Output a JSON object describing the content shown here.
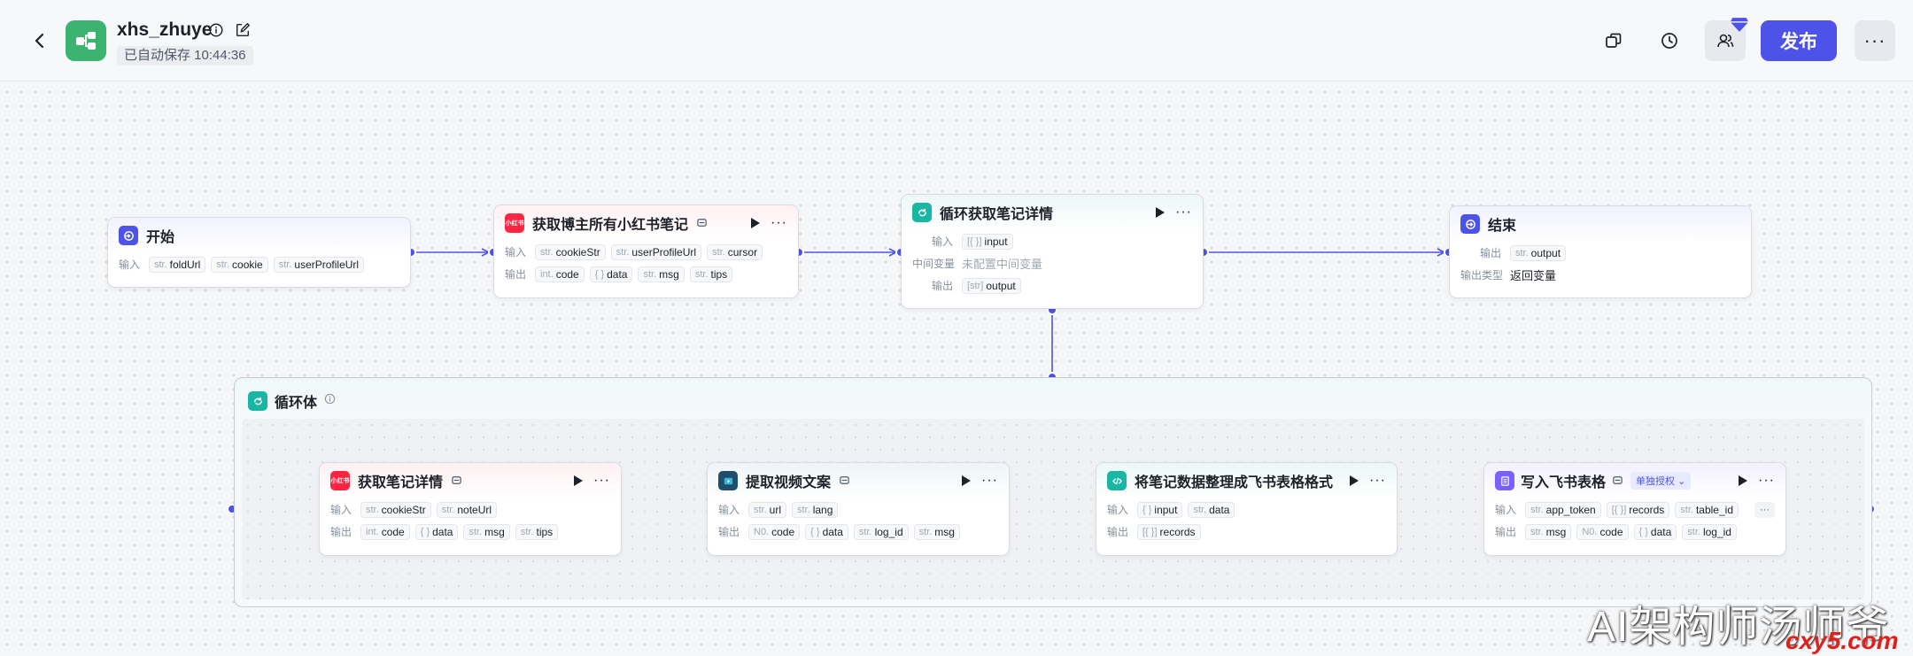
{
  "header": {
    "title": "xhs_zhuye",
    "autosave": "已自动保存 10:44:36",
    "publish_label": "发布",
    "more_label": "···"
  },
  "colors": {
    "accent": "#4d53e8",
    "app_logo": "#3cb371",
    "loop_icon": "#19b6a4",
    "xhs_red": "#ff2442"
  },
  "nodes": {
    "start": {
      "title": "开始",
      "input_label": "输入",
      "inputs": [
        {
          "type": "str.",
          "name": "foldUrl"
        },
        {
          "type": "str.",
          "name": "cookie"
        },
        {
          "type": "str.",
          "name": "userProfileUrl"
        }
      ]
    },
    "get_all_notes": {
      "title": "获取博主所有小红书笔记",
      "input_label": "输入",
      "output_label": "输出",
      "inputs": [
        {
          "type": "str.",
          "name": "cookieStr"
        },
        {
          "type": "str.",
          "name": "userProfileUrl"
        },
        {
          "type": "str.",
          "name": "cursor"
        }
      ],
      "outputs": [
        {
          "type": "int.",
          "name": "code"
        },
        {
          "type": "{ }",
          "name": "data"
        },
        {
          "type": "str.",
          "name": "msg"
        },
        {
          "type": "str.",
          "name": "tips"
        }
      ]
    },
    "loop": {
      "title": "循环获取笔记详情",
      "input_label": "输入",
      "mid_label": "中间变量",
      "mid_value": "未配置中间变量",
      "output_label": "输出",
      "input": {
        "type": "[{ }]",
        "name": "input"
      },
      "output": {
        "type": "[str]",
        "name": "output"
      }
    },
    "end": {
      "title": "结束",
      "output_label": "输出",
      "output": {
        "type": "str.",
        "name": "output"
      },
      "output_type_label": "输出类型",
      "output_type_value": "返回变量"
    },
    "loop_body": {
      "title": "循环体"
    },
    "get_note_detail": {
      "title": "获取笔记详情",
      "input_label": "输入",
      "output_label": "输出",
      "inputs": [
        {
          "type": "str.",
          "name": "cookieStr"
        },
        {
          "type": "str.",
          "name": "noteUrl"
        }
      ],
      "outputs": [
        {
          "type": "int.",
          "name": "code"
        },
        {
          "type": "{ }",
          "name": "data"
        },
        {
          "type": "str.",
          "name": "msg"
        },
        {
          "type": "str.",
          "name": "tips"
        }
      ]
    },
    "extract_video": {
      "title": "提取视频文案",
      "input_label": "输入",
      "output_label": "输出",
      "inputs": [
        {
          "type": "str.",
          "name": "url"
        },
        {
          "type": "str.",
          "name": "lang"
        }
      ],
      "outputs": [
        {
          "type": "N0.",
          "name": "code"
        },
        {
          "type": "{ }",
          "name": "data"
        },
        {
          "type": "str.",
          "name": "log_id"
        },
        {
          "type": "str.",
          "name": "msg"
        }
      ]
    },
    "format_data": {
      "title": "将笔记数据整理成飞书表格格式",
      "input_label": "输入",
      "output_label": "输出",
      "inputs": [
        {
          "type": "{ }",
          "name": "input"
        },
        {
          "type": "str.",
          "name": "data"
        }
      ],
      "outputs": [
        {
          "type": "[{ }]",
          "name": "records"
        }
      ]
    },
    "write_sheet": {
      "title": "写入飞书表格",
      "auth_tag": "单独授权 ⌄",
      "input_label": "输入",
      "output_label": "输出",
      "more_tag": "···",
      "inputs": [
        {
          "type": "str.",
          "name": "app_token"
        },
        {
          "type": "[{ }]",
          "name": "records"
        },
        {
          "type": "str.",
          "name": "table_id"
        }
      ],
      "outputs": [
        {
          "type": "str.",
          "name": "msg"
        },
        {
          "type": "N0.",
          "name": "code"
        },
        {
          "type": "{ }",
          "name": "data"
        },
        {
          "type": "str.",
          "name": "log_id"
        }
      ]
    }
  },
  "watermark": {
    "text": "AI架构师汤师爷",
    "site": "cxy5.com"
  }
}
